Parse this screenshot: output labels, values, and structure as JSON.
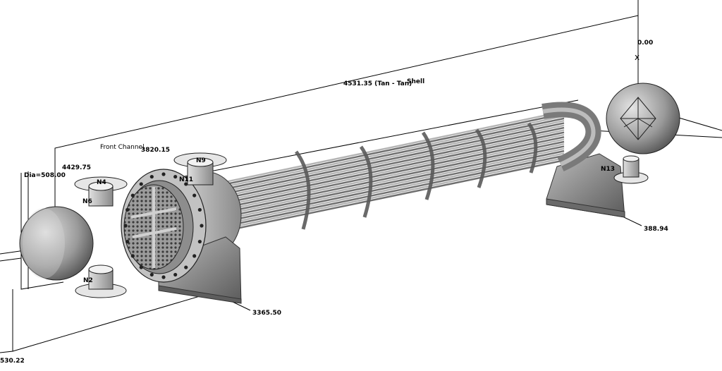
{
  "labels": {
    "dim_tan_tan": "4531.35 (Tan - Tan)",
    "shell": "Shell",
    "zero": "0.00",
    "front_channel": "Front Channel",
    "dim_3820": "3820.15",
    "dim_4429": "4429.75",
    "dia": "Dia=508.00",
    "dim_388": "388.94",
    "dim_3365": "3365.50",
    "dim_530": "530.22",
    "axis_marker": "x"
  },
  "nozzles": {
    "n9": "N9",
    "n4": "N4",
    "n6": "N6",
    "n11": "N11",
    "n13": "N13",
    "n2": "N2"
  },
  "colors": {
    "metal_dark": "#5a5a5a",
    "metal_mid": "#8a8a8a",
    "metal_light": "#c8c8c8",
    "line": "#000000"
  }
}
